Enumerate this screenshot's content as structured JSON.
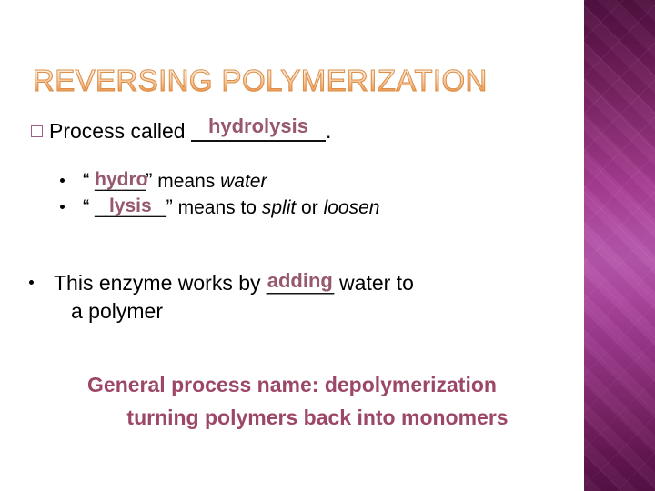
{
  "slide": {
    "title": "REVERSING POLYMERIZATION",
    "background_color": "#ffffff",
    "accent_band_color": "#b14fa5",
    "title_gradient_top": "#ffffff",
    "title_gradient_bottom": "#e07d2c",
    "title_outline_color": "#d98f4a",
    "answer_color": "#96576f",
    "closing_color": "#9c4668",
    "bullet_square_color": "#9d5f86"
  },
  "main_point": {
    "bullet_icon": "square-bullet-icon",
    "text_before": "Process called",
    "blank_answer": "hydrolysis",
    "blank_rule": "",
    "text_after": "."
  },
  "sub_points": [
    {
      "bullet_icon": "dot-bullet-icon",
      "open_quote": "“",
      "blank_answer": "hydro",
      "blank_rule": "_____",
      "close_quote": "”",
      "text_plain": "means",
      "text_italic": "water",
      "text_tail": ""
    },
    {
      "bullet_icon": "dot-bullet-icon",
      "open_quote": "“",
      "blank_answer": "lysis",
      "blank_rule": "_______",
      "close_quote": "”",
      "text_plain": "means to",
      "text_italic": "split",
      "text_middle": "or",
      "text_italic2": "loosen"
    }
  ],
  "enzyme_point": {
    "bullet_icon": "dot-bullet-icon",
    "text_before": "This enzyme works by",
    "blank_answer": "adding",
    "blank_rule": "______",
    "text_after": "water to",
    "text_line2": "a polymer"
  },
  "closing": {
    "line1": "General process name: depolymerization",
    "line2": "turning polymers back into monomers"
  }
}
